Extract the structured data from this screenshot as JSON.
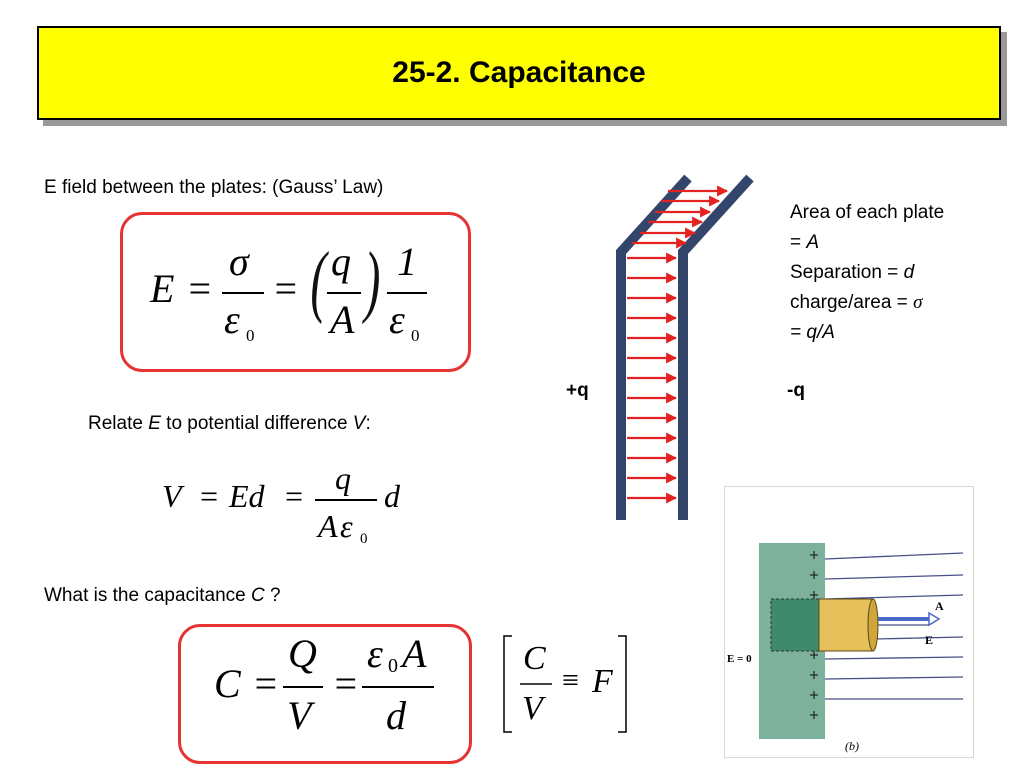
{
  "title": "25-2. Capacitance",
  "gauss_intro": "E field between the plates: (Gauss’ Law)",
  "eq1": {
    "lhs": "E",
    "eq": "=",
    "sigma": "σ",
    "eps": "ε",
    "zero": "0",
    "q": "q",
    "A": "A",
    "one": "1",
    "lparen": "(",
    "rparen": ")"
  },
  "relate": {
    "pre": "Relate ",
    "E": "E",
    "mid": " to potential difference ",
    "V": "V",
    "post": ":"
  },
  "eq2": {
    "lhs": "V",
    "eq": "=",
    "Ed": "Ed",
    "q": "q",
    "A": "A",
    "eps": "ε",
    "zero": "0",
    "d": "d"
  },
  "question": {
    "pre": "What is the capacitance ",
    "C": "C",
    "post": " ?"
  },
  "eq3": {
    "lhs": "C",
    "eq": "=",
    "Q": "Q",
    "V": "V",
    "eps": "ε",
    "zero": "0",
    "A": "A",
    "d": "d"
  },
  "units": {
    "C": "C",
    "V": "V",
    "equiv": "≡",
    "F": "F"
  },
  "notes": {
    "line1": "Area of each plate",
    "line2_pre": "= ",
    "line2_var": "A",
    "line3_pre": "Separation = ",
    "line3_var": "d",
    "line4_pre": "charge/area = ",
    "line4_var": "σ",
    "line5": "= q/A"
  },
  "charges": {
    "pos": "+q",
    "neg": "-q"
  },
  "figure": {
    "e_zero": "E = 0",
    "label_A": "A",
    "label_E": "E",
    "caption": "(b)"
  },
  "colors": {
    "title_bg": "#ffff00",
    "box_border": "#e53333",
    "plate": "#34456b",
    "arrow": "#e32222"
  }
}
